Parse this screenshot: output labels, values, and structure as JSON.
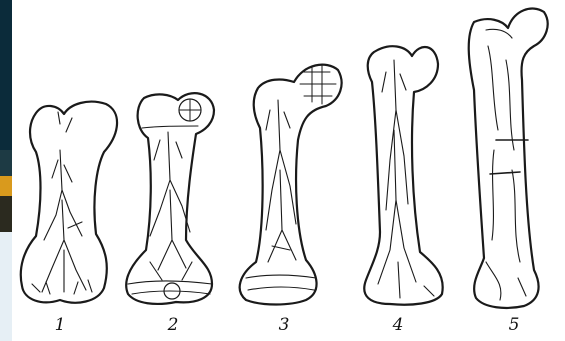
{
  "figure": {
    "stage_labels": [
      "1",
      "2",
      "3",
      "4",
      "5"
    ]
  },
  "colors": {
    "background": "#ffffff",
    "ink": "#1a1a1a",
    "strip_dark": "#0b2b3a",
    "strip_accent": "#d99a1d"
  }
}
